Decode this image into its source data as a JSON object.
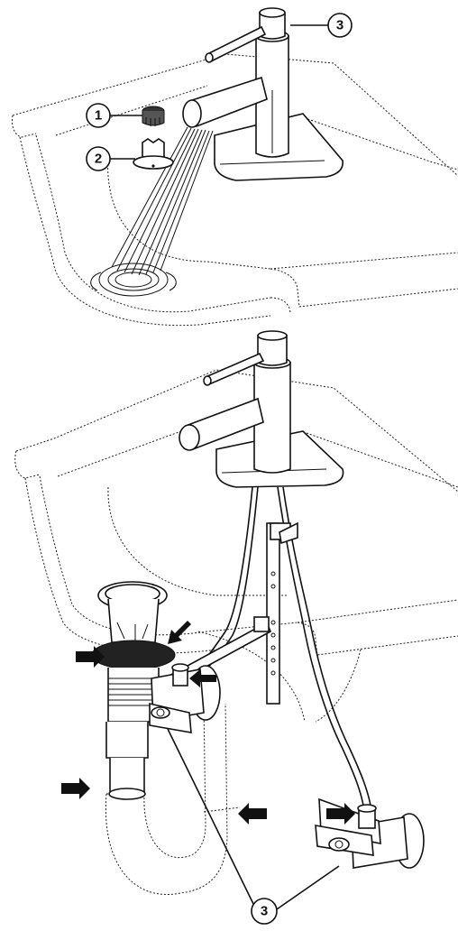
{
  "callouts": {
    "aerator": "1",
    "aerator_insert": "2",
    "top_faucet": "3",
    "bottom_supply": "3"
  }
}
